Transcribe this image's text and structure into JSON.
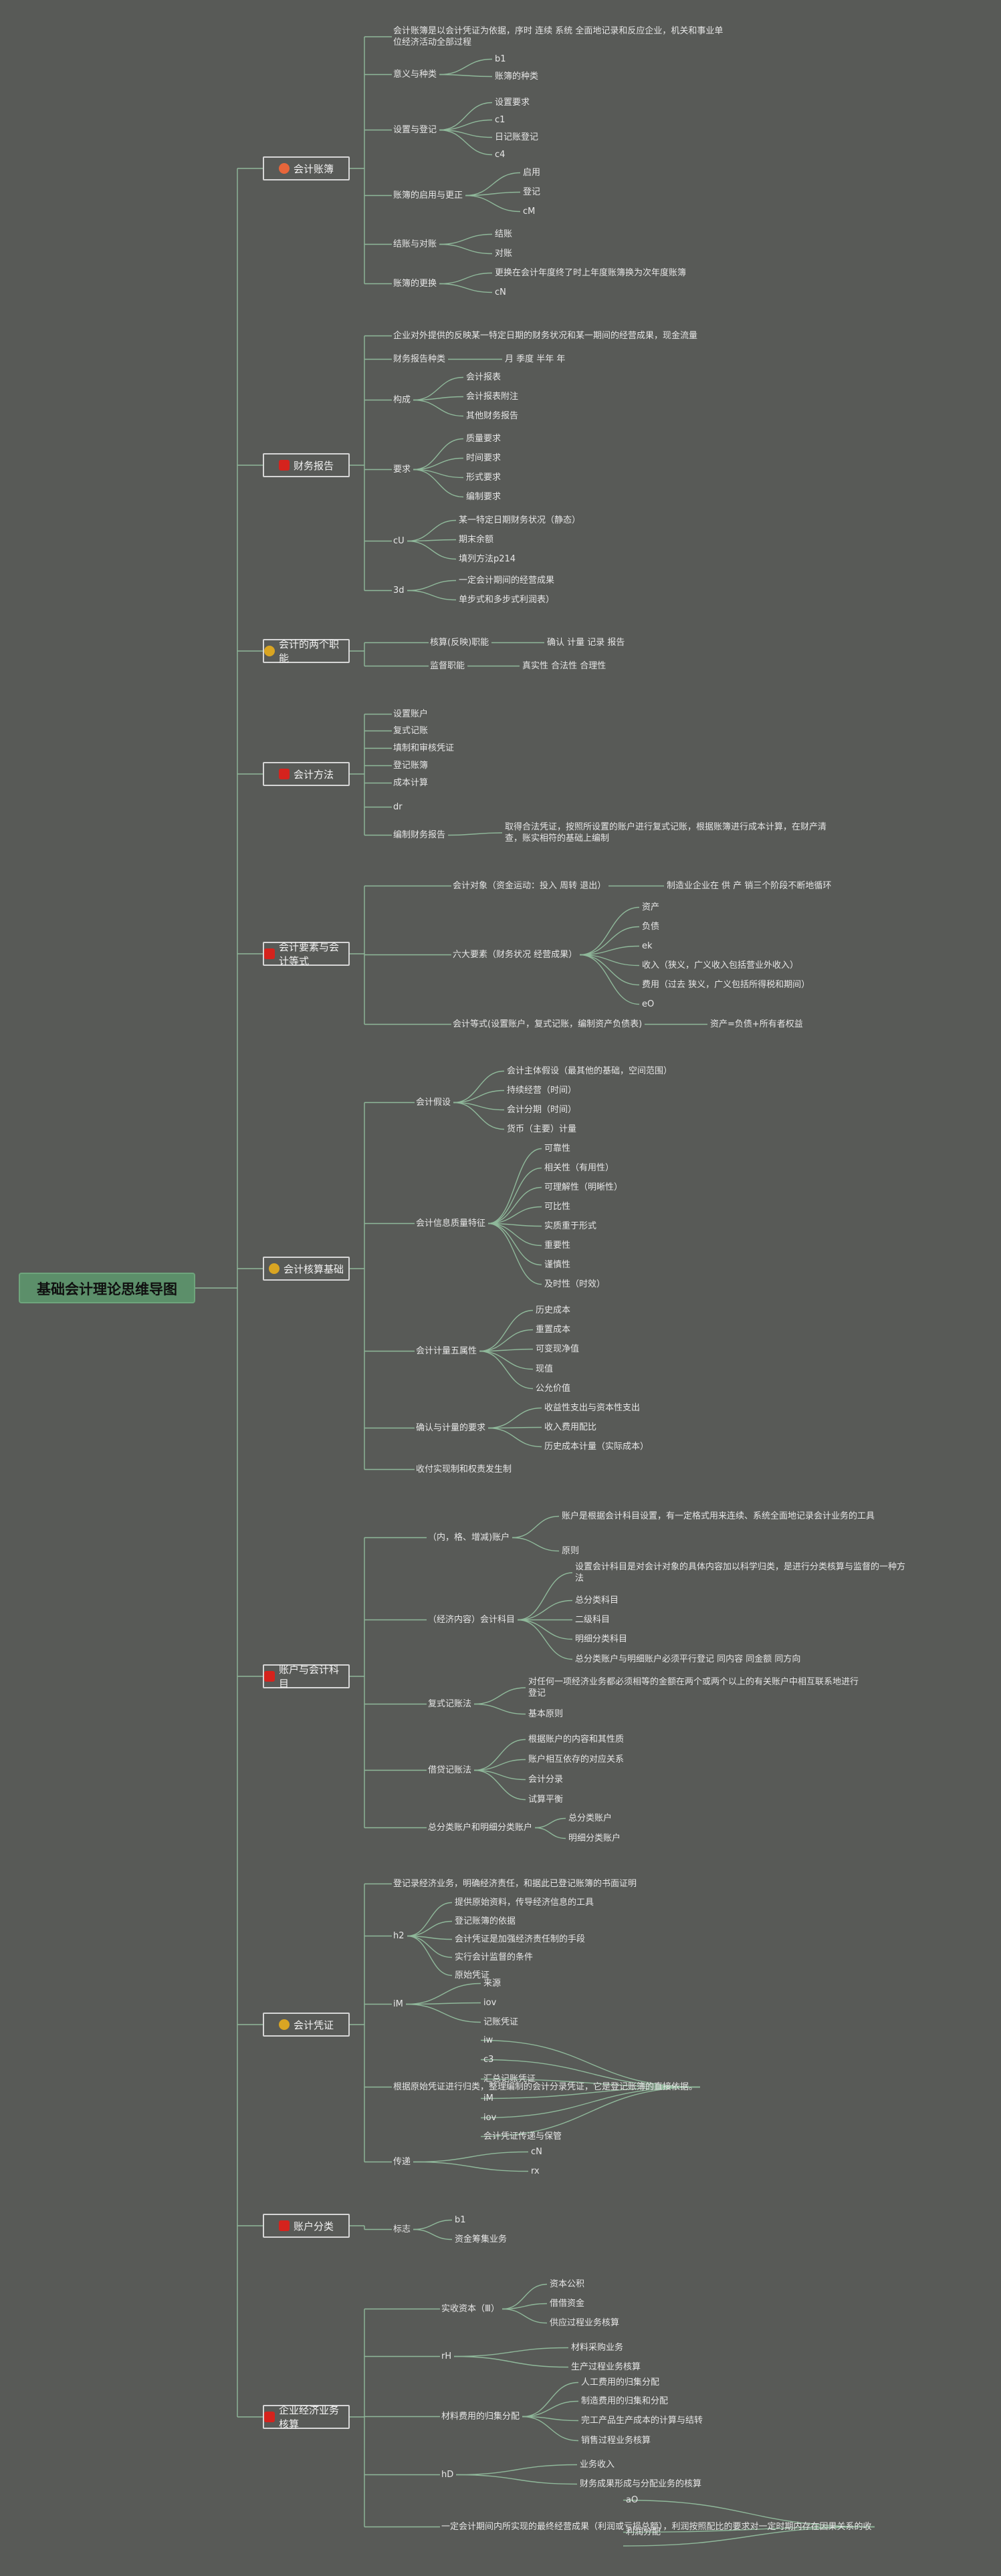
{
  "root": {
    "title": "基础会计理论思维导图"
  },
  "colors": {
    "background": "#585a57",
    "root_fill": "#5c8f6a",
    "edge": "#8fb89a",
    "text": "#e6e6e6",
    "icon_red": "#d5231d",
    "icon_gold": "#d9a522",
    "icon_star": "#e8663b"
  },
  "topics": [
    {
      "label": "会计账簿",
      "icon": "star-icon"
    },
    {
      "label": "财务报告",
      "icon": "red-square-icon"
    },
    {
      "label": "会计的两个职能",
      "icon": "medal-icon"
    },
    {
      "label": "会计方法",
      "icon": "red-square-icon"
    },
    {
      "label": "会计要素与会计等式",
      "icon": "red-square-icon"
    },
    {
      "label": "会计核算基础",
      "icon": "medal-icon"
    },
    {
      "label": "账户与会计科目",
      "icon": "red-square-icon"
    },
    {
      "label": "会计凭证",
      "icon": "gem-icon"
    },
    {
      "label": "账户分类",
      "icon": "red-square-icon"
    },
    {
      "label": "企业经济业务核算",
      "icon": "red-square-icon"
    }
  ],
  "nodes": [
    "会计账簿是以会计凭证为依据，序时 连续 系统 全面地记录和反应企业，机关和事业单位经济活动全部过程",
    "意义与种类",
    "b1",
    "账簿的种类",
    "设置与登记",
    "设置要求",
    "c1",
    "日记账登记",
    "c4",
    "账簿的启用与更正",
    "启用",
    "登记",
    "cM",
    "结账与对账",
    "结账",
    "对账",
    "账簿的更换",
    "更换在会计年度终了时上年度账簿换为次年度账簿",
    "cN",
    "企业对外提供的反映某一特定日期的财务状况和某一期间的经营成果，现金流量",
    "财务报告种类",
    "月 季度 半年 年",
    "构成",
    "会计报表",
    "会计报表附注",
    "其他财务报告",
    "要求",
    "质量要求",
    "时间要求",
    "形式要求",
    "编制要求",
    "cU",
    "某一特定日期财务状况（静态）",
    "期末余额",
    "填列方法p214",
    "3d",
    "一定会计期间的经营成果",
    "单步式和多步式利润表）",
    "核算(反映)职能",
    "确认 计量 记录 报告",
    "监督职能",
    "真实性 合法性 合理性",
    "设置账户",
    "复式记账",
    "填制和审核凭证",
    "登记账簿",
    "成本计算",
    "dr",
    "编制财务报告",
    "取得合法凭证，按照所设置的账户进行复式记账，根据账簿进行成本计算，在财产清查，账实相符的基础上编制",
    "会计对象（资金运动：投入 周转 退出）",
    "制造业企业在 供 产 销三个阶段不断地循环",
    "六大要素（财务状况 经营成果）",
    "资产",
    "负债",
    "ek",
    "收入（狭义，广义收入包括营业外收入）",
    "费用（过去 狭义，广义包括所得税和期间）",
    "eO",
    "会计等式(设置账户，复式记账，编制资产负债表)",
    "资产=负债+所有者权益",
    "会计假设",
    "会计主体假设（最其他的基础，空间范围）",
    "持续经营（时间）",
    "会计分期（时间）",
    "货币（主要）计量",
    "会计信息质量特征",
    "可靠性",
    "相关性（有用性）",
    "可理解性（明晰性）",
    "可比性",
    "实质重于形式",
    "重要性",
    "谨慎性",
    "及时性（时效）",
    "会计计量五属性",
    "历史成本",
    "重置成本",
    "可变现净值",
    "现值",
    "公允价值",
    "确认与计量的要求",
    "收益性支出与资本性支出",
    "收入费用配比",
    "历史成本计量（实际成本）",
    "收付实现制和权责发生制",
    "（内，格、增减)账户",
    "账户是根据会计科目设置，有一定格式用来连续、系统全面地记录会计业务的工具",
    "原则",
    "（经济内容）会计科目",
    "设置会计科目是对会计对象的具体内容加以科学归类，是进行分类核算与监督的一种方法",
    "总分类科目",
    "二级科目",
    "明细分类科目",
    "总分类账户与明细账户必须平行登记 同内容 同金额 同方向",
    "复式记账法",
    "对任何一项经济业务都必须相等的金额在两个或两个以上的有关账户中相互联系地进行登记",
    "基本原则",
    "借贷记账法",
    "根据账户的内容和其性质",
    "账户相互依存的对应关系",
    "会计分录",
    "试算平衡",
    "总分类账户和明细分类账户",
    "总分类账户",
    "明细分类账户",
    "登记录经济业务，明确经济责任，和据此已登记账簿的书面证明",
    "h2",
    "提供原始资料，传导经济信息的工具",
    "登记账簿的依据",
    "会计凭证是加强经济责任制的手段",
    "实行会计监督的条件",
    "原始凭证",
    "iM",
    "来源",
    "iov",
    "记账凭证",
    "根据原始凭证进行归类，整理编制的会计分录凭证，它是登记账簿的直接依据。",
    "iw",
    "c3",
    "汇总记账凭证",
    "iM",
    "iov",
    "会计凭证传递与保管",
    "传递",
    "cN",
    "rx",
    "标志",
    "b1",
    "资金筹集业务",
    "实收资本（Ⅲ）",
    "资本公积",
    "借借资金",
    "供应过程业务核算",
    "rH",
    "材料采购业务",
    "生产过程业务核算",
    "材料费用的归集分配",
    "人工费用的归集分配",
    "制造费用的归集和分配",
    "完工产品生产成本的计算与结转",
    "销售过程业务核算",
    "hD",
    "业务收入",
    "财务成果形成与分配业务的核算",
    "一定会计期间内所实现的最终经营成果（利润或亏损总额），利润按照配比的要求对一定时期内存在因果关系的收",
    "aO",
    "利润分配"
  ]
}
